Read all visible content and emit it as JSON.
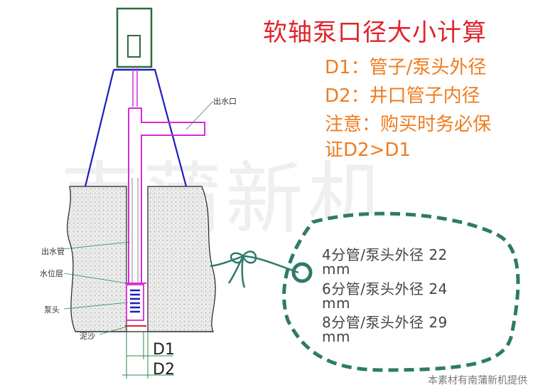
{
  "title": "软轴泵口径大小计算",
  "info": {
    "line1": "D1：管子/泵头外径",
    "line2": "D2：井口管子内径",
    "note_line1": "注意：购买时务必保",
    "note_line2": "证D2>D1"
  },
  "labels": {
    "outlet": "出水口",
    "pipe": "出水管",
    "water_level": "水位层",
    "pump_head": "泵头",
    "sand": "泥沙"
  },
  "dims": {
    "d1": "D1",
    "d2": "D2"
  },
  "tag": {
    "row1_main": "4分管/泵头外径  22",
    "row1_unit": "mm",
    "row2_main": "6分管/泵头外径  24",
    "row2_unit": "mm",
    "row3_main": "8分管/泵头外径  29",
    "row3_unit": "mm"
  },
  "watermark": "南蒲新机",
  "credit": "本素材有南蒲新机提供",
  "colors": {
    "title": "#e0242b",
    "info": "#f07c1e",
    "tag": "#2e7a6b",
    "pipe": "#d62ad6",
    "cone": "#1d1dbf",
    "box": "#2e6b3e"
  }
}
